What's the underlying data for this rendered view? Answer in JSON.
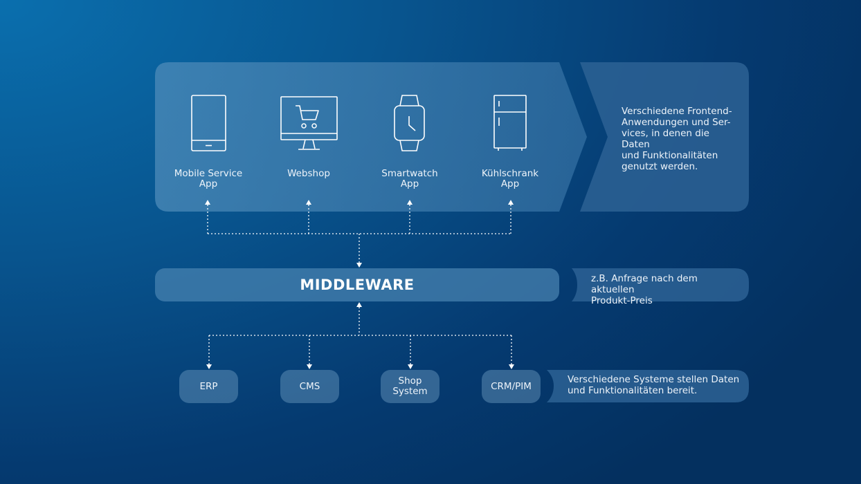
{
  "frontends": [
    {
      "name": "mobile-app",
      "label": "Mobile Service\nApp",
      "icon": "smartphone-icon"
    },
    {
      "name": "webshop",
      "label": "Webshop",
      "icon": "monitor-cart-icon"
    },
    {
      "name": "smartwatch",
      "label": "Smartwatch\nApp",
      "icon": "smartwatch-icon"
    },
    {
      "name": "fridge",
      "label": "Kühlschrank\nApp",
      "icon": "refrigerator-icon"
    }
  ],
  "frontend_note": "Verschiedene Frontend-\nAnwendungen und Ser-\nvices, in denen die Daten\nund Funktionalitäten\ngenutzt werden.",
  "middleware": {
    "title": "MIDDLEWARE",
    "note": "z.B. Anfrage nach dem aktuellen\nProdukt-Preis"
  },
  "systems": [
    {
      "name": "erp",
      "label": "ERP"
    },
    {
      "name": "cms",
      "label": "CMS"
    },
    {
      "name": "shop-system",
      "label": "Shop\nSystem"
    },
    {
      "name": "crm-pim",
      "label": "CRM/PIM"
    }
  ],
  "systems_note": "Verschiedene Systeme stellen Daten\nund Funktionalitäten bereit.",
  "colors": {
    "panel": "#4a86b4",
    "note_panel": "#2a5f91",
    "connector": "#ffffff"
  }
}
